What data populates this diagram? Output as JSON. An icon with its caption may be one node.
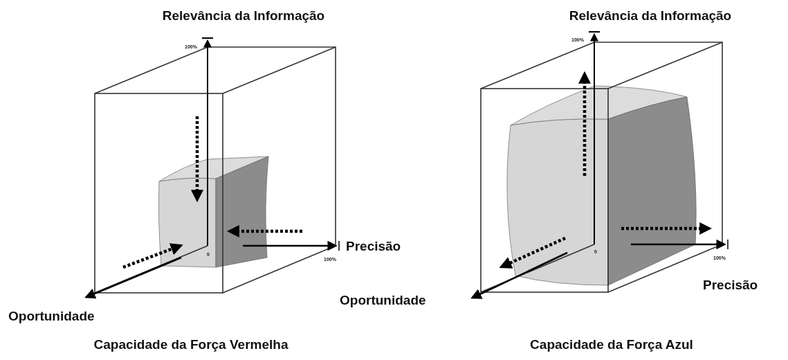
{
  "diagram": {
    "labels": [
      "Relevância da Informação",
      "Relevância da Informação",
      "100%",
      "100%",
      "Precisão",
      "0",
      "100%",
      "0",
      "100%",
      "Precisão",
      "Oportunidade",
      "Oportunidade",
      "Capacidade da Força Vermelha",
      "Capacidade da Força Azul"
    ]
  }
}
